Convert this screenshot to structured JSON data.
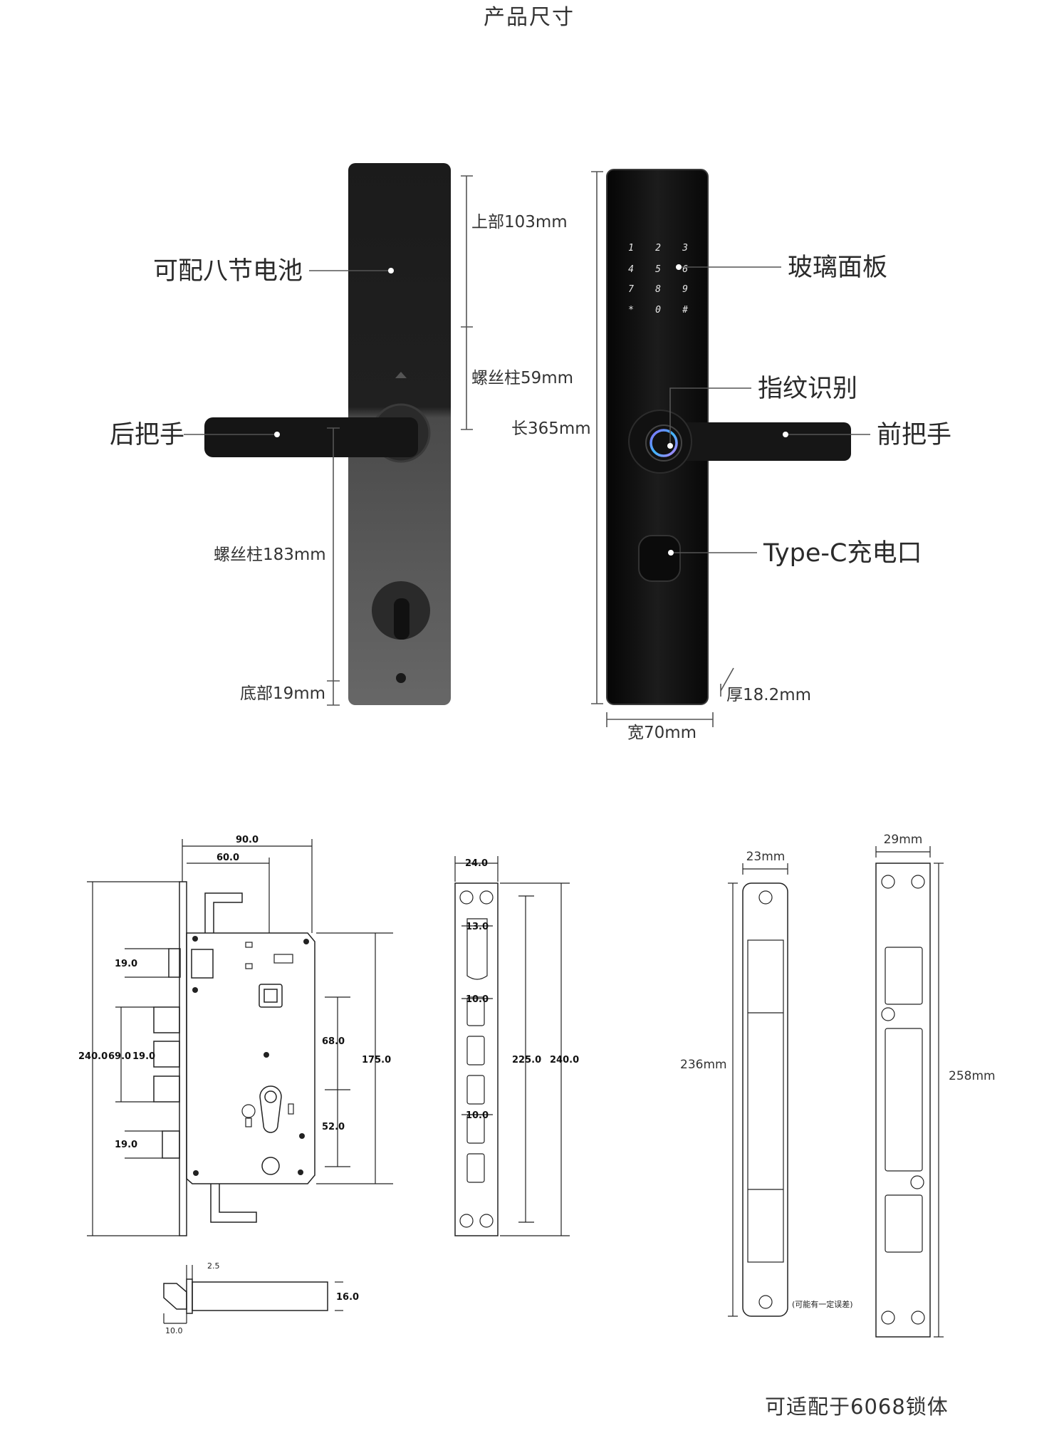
{
  "page_title": "产品尺寸",
  "callouts": {
    "battery": "可配八节电池",
    "rear_handle": "后把手",
    "glass_panel": "玻璃面板",
    "fingerprint": "指纹识别",
    "front_handle": "前把手",
    "typec": "Type-C充电口"
  },
  "dimensions": {
    "top": "上部103mm",
    "screw_post_59": "螺丝柱59mm",
    "length": "长365mm",
    "screw_post_183": "螺丝柱183mm",
    "bottom": "底部19mm",
    "thickness": "厚18.2mm",
    "width": "宽70mm"
  },
  "keypad": [
    "1",
    "2",
    "3",
    "4",
    "5",
    "6",
    "7",
    "8",
    "9",
    "*",
    "0",
    "#"
  ],
  "mortise": {
    "w90": "90.0",
    "w60": "60.0",
    "h240": "240.0",
    "h69": "69.0",
    "h19a": "19.0",
    "h19b": "19.0",
    "h19c": "19.0",
    "h68": "68.0",
    "h52": "52.0",
    "h175": "175.0",
    "bolt_25": "2.5",
    "bolt_16": "16.0",
    "bolt_10": "10.0"
  },
  "faceplate": {
    "w24": "24.0",
    "h13": "13.0",
    "h10a": "10.0",
    "h10b": "10.0",
    "h225": "225.0",
    "h240": "240.0"
  },
  "strike": {
    "w23": "23mm",
    "h236": "236mm",
    "w29": "29mm",
    "h258": "258mm",
    "note": "(可能有一定误差)"
  },
  "bottom_note": "可适配于6068锁体"
}
